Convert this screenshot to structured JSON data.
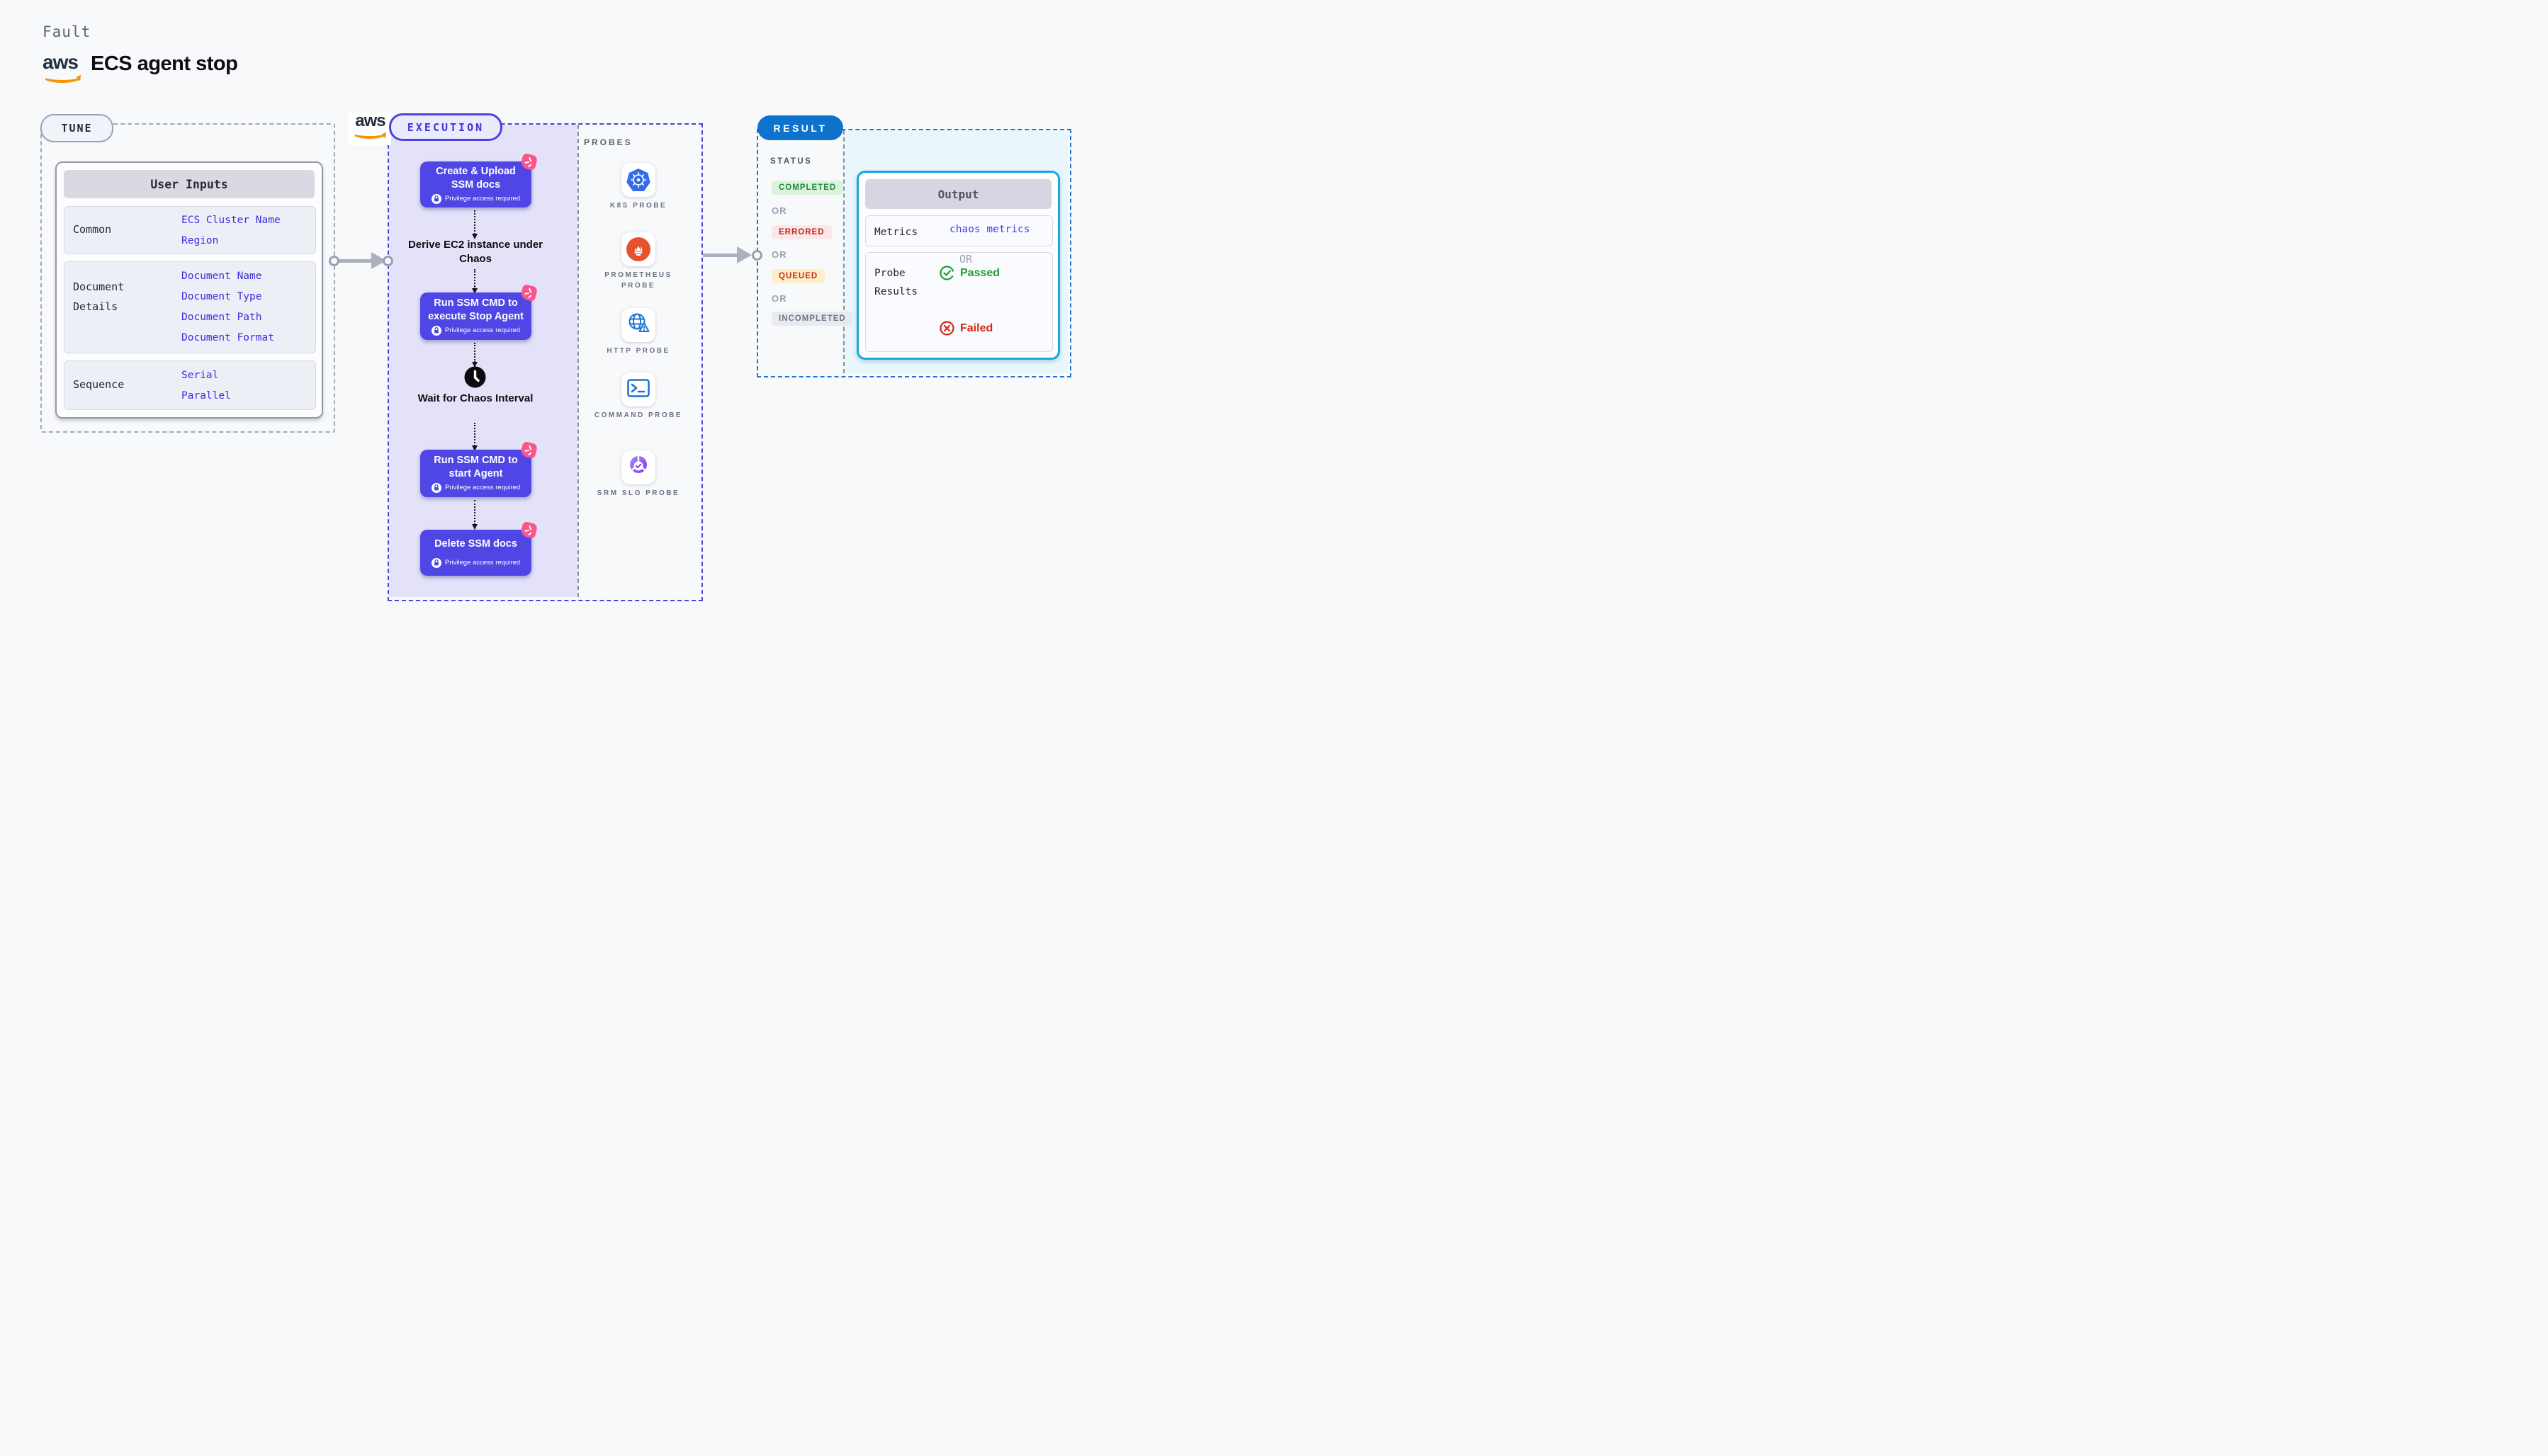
{
  "page": {
    "eyebrow": "Fault",
    "title": "ECS agent stop",
    "aws_logo_text": "aws"
  },
  "colors": {
    "indigo_accent": "#4f46e5",
    "execution_border": "#4b43dd",
    "lavender_panel": "#e3e2f8",
    "result_blue": "#0d73cc",
    "result_border": "#1a79d3",
    "cyan_panel": "#e9f6fb",
    "output_border": "#15a9de",
    "litmus_pink": "#f9568c",
    "aws_orange": "#f79400",
    "link_blue": "#3a2ee2",
    "green": "#1f8b3a",
    "red": "#c5251c",
    "k8s_blue": "#326de6",
    "prometheus_orange": "#e6522c"
  },
  "tune": {
    "label": "TUNE",
    "table": {
      "header": "User Inputs",
      "rows": [
        {
          "label": "Common",
          "values": [
            "ECS Cluster Name",
            "Region"
          ]
        },
        {
          "label": "Document Details",
          "values": [
            "Document Name",
            "Document Type",
            "Document Path",
            "Document Format"
          ]
        },
        {
          "label": "Sequence",
          "values": [
            "Serial",
            "Parallel"
          ]
        }
      ]
    }
  },
  "execution": {
    "label": "EXECUTION",
    "privilege_note": "Privilege access required",
    "steps": [
      {
        "title": "Create & Upload SSM docs"
      },
      {
        "title": "Run SSM CMD to execute Stop Agent"
      },
      {
        "title": "Run SSM CMD to start Agent"
      },
      {
        "title": "Delete SSM docs"
      }
    ],
    "derive_text": "Derive EC2 instance under Chaos",
    "wait_text": "Wait for Chaos Interval",
    "probes": {
      "heading": "PROBES",
      "items": [
        {
          "label": "K8S PROBE",
          "icon": "kubernetes-icon"
        },
        {
          "label": "PROMETHEUS PROBE",
          "icon": "prometheus-icon"
        },
        {
          "label": "HTTP PROBE",
          "icon": "http-globe-icon"
        },
        {
          "label": "COMMAND PROBE",
          "icon": "terminal-icon"
        },
        {
          "label": "SRM SLO PROBE",
          "icon": "slo-check-icon"
        }
      ]
    }
  },
  "result": {
    "label": "RESULT",
    "status": {
      "heading": "STATUS",
      "or": "OR",
      "badges": [
        {
          "text": "COMPLETED",
          "bg": "#dbf2db",
          "fg": "#1f8b3a"
        },
        {
          "text": "ERRORED",
          "bg": "#fae7e9",
          "fg": "#c5251c"
        },
        {
          "text": "QUEUED",
          "bg": "#fdefc8",
          "fg": "#ca2a15"
        },
        {
          "text": "INCOMPLETED",
          "bg": "#e9eaf0",
          "fg": "#6e7688"
        }
      ]
    },
    "output": {
      "header": "Output",
      "metrics_label": "Metrics",
      "metrics_value": "chaos metrics",
      "probe_results_label": "Probe Results",
      "passed": "Passed",
      "or": "OR",
      "failed": "Failed"
    }
  }
}
